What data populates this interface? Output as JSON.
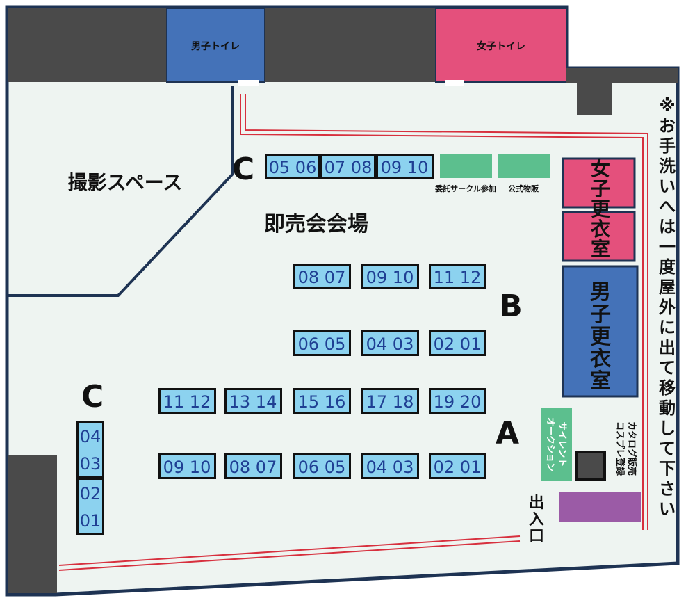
{
  "colors": {
    "floor": "#eef4f1",
    "wall": "#1e3353",
    "dark_block": "#4a4a4a",
    "mens": "#4472b8",
    "womens": "#e4507c",
    "booth_fill": "#8cd2ef",
    "green": "#5cbf8e",
    "purple": "#9b5ba6",
    "red_line": "#d7303e"
  },
  "rooms": {
    "mens_toilet": "男子トイレ",
    "womens_toilet": "女子トイレ",
    "photo_space": "撮影スペース",
    "sales_hall": "即売会会場",
    "womens_changing": [
      "女",
      "子",
      "更",
      "衣",
      "室"
    ],
    "mens_changing": [
      "男",
      "子",
      "更",
      "衣",
      "室"
    ]
  },
  "labels": {
    "consigned": "委託サークル参加",
    "official": "公式物販",
    "silent_auction": [
      "サイレント",
      "オークション"
    ],
    "catalog_cosplay": [
      "カタログ販売",
      "コスプレ登録"
    ],
    "exit": [
      "出",
      "入",
      "口"
    ],
    "note": [
      "※",
      "お",
      "手",
      "洗",
      "い",
      "へ",
      "は",
      "一",
      "度",
      "屋",
      "外",
      "に",
      "出",
      "て",
      "移",
      "動",
      "し",
      "て",
      "下",
      "さ",
      "い"
    ]
  },
  "rows": {
    "c_top": "C",
    "c_left": "C",
    "b": "B",
    "a": "A"
  },
  "booths": {
    "c_top": [
      "05 06",
      "07 08",
      "09 10"
    ],
    "b_row1": [
      "08 07",
      "09 10",
      "11 12"
    ],
    "b_row2": [
      "06 05",
      "04 03",
      "02 01"
    ],
    "a_row1": [
      "11 12",
      "13 14",
      "15 16",
      "17 18",
      "19 20"
    ],
    "a_row2": [
      "09 10",
      "08 07",
      "06 05",
      "04 03",
      "02 01"
    ],
    "c_left": [
      "04",
      "03",
      "02",
      "01"
    ]
  }
}
